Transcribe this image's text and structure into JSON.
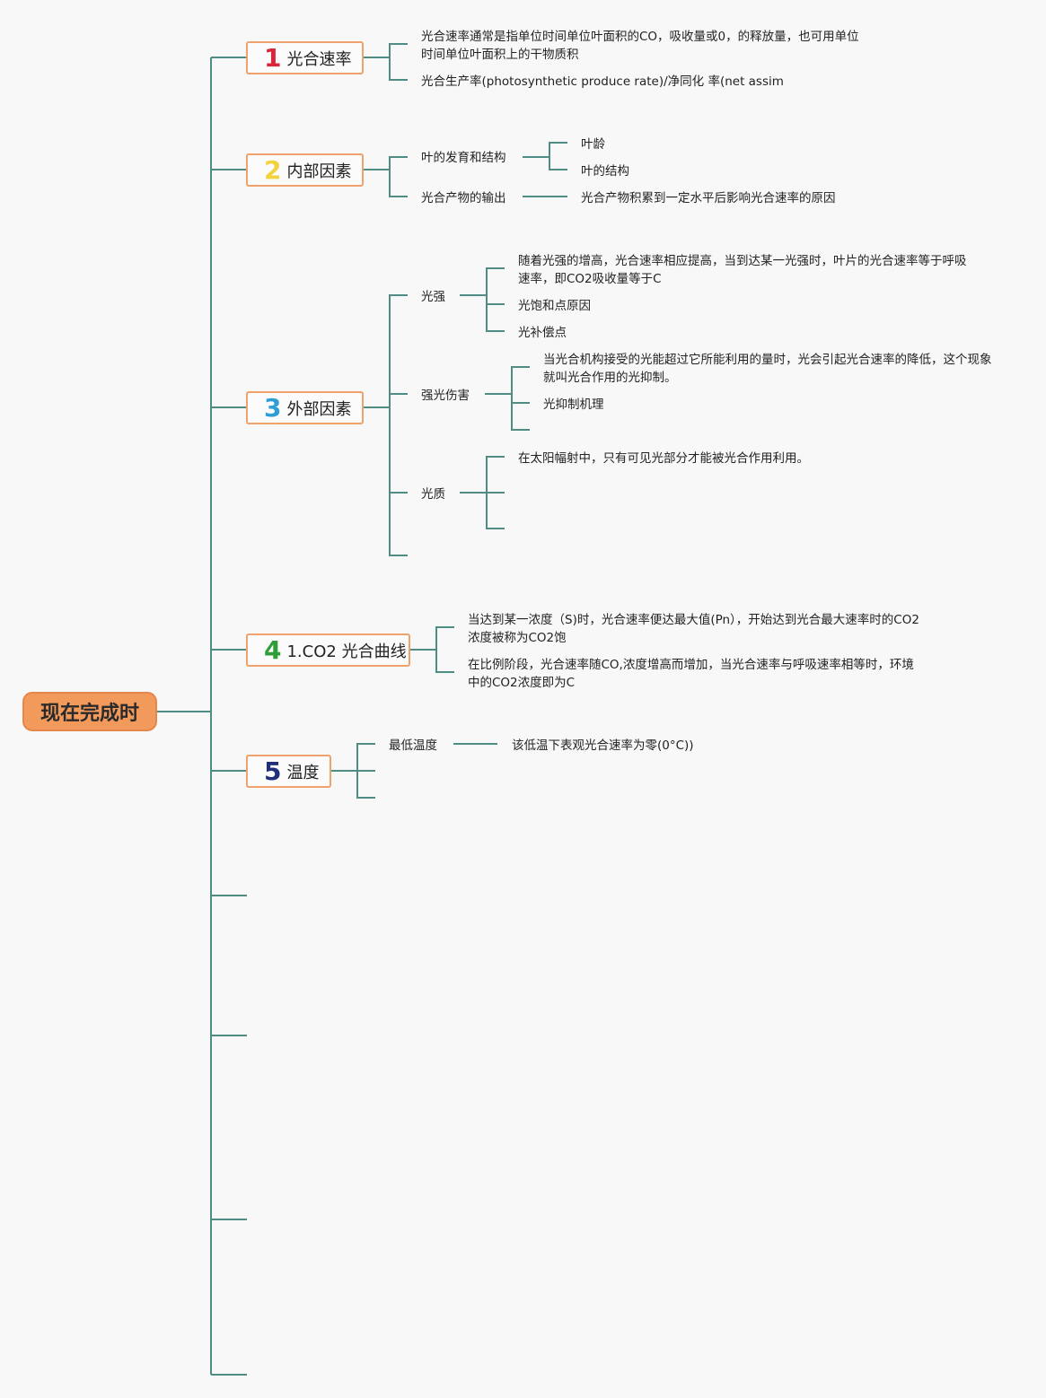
{
  "colors": {
    "line": "#4f8c84",
    "root_fill": "#f29a5c",
    "branch_border": "#f0a26c",
    "num1": "#d8263a",
    "num2": "#f2d33c",
    "num3": "#2d9fd6",
    "num4": "#2f9e38",
    "num5": "#20307a"
  },
  "root": {
    "label": "现在完成时"
  },
  "branches": [
    {
      "num": "1",
      "label": "光合速率",
      "children": [
        {
          "text": "光合速率通常是指单位时间单位叶面积的CO，吸收量或0，的释放量，也可用单位时间单位叶面积上的干物质积"
        },
        {
          "text": "光合生产率(photosynthetic produce rate)/净同化 率(net assim"
        }
      ]
    },
    {
      "num": "2",
      "label": "内部因素",
      "children": [
        {
          "text": "叶的发育和结构",
          "children": [
            {
              "text": "叶龄"
            },
            {
              "text": "叶的结构"
            }
          ]
        },
        {
          "text": "光合产物的输出",
          "children": [
            {
              "text": "光合产物积累到一定水平后影响光合速率的原因"
            }
          ]
        }
      ]
    },
    {
      "num": "3",
      "label": "外部因素",
      "children": [
        {
          "text": "光强",
          "children": [
            {
              "text": "随着光强的增高，光合速率相应提高，当到达某一光强时，叶片的光合速率等于呼吸速率，即CO2吸收量等于C"
            },
            {
              "text": "光饱和点原因"
            },
            {
              "text": "光补偿点"
            }
          ]
        },
        {
          "text": "强光伤害",
          "children": [
            {
              "text": "当光合机构接受的光能超过它所能利用的量时，光会引起光合速率的降低，这个现象就叫光合作用的光抑制。"
            },
            {
              "text": "光抑制机理"
            }
          ]
        },
        {
          "text": "光质",
          "children": [
            {
              "text": "在太阳幅射中，只有可见光部分才能被光合作用利用。"
            }
          ]
        }
      ]
    },
    {
      "num": "4",
      "label": "1.CO2 光合曲线",
      "children": [
        {
          "text": "当达到某一浓度（S)时，光合速率便达最大值(Pn），开始达到光合最大速率时的CO2浓度被称为CO2饱"
        },
        {
          "text": "在比例阶段，光合速率随CO,浓度增高而增加，当光合速率与呼吸速率相等时，环境中的CO2浓度即为C"
        }
      ]
    },
    {
      "num": "5",
      "label": "温度",
      "children": [
        {
          "text": "最低温度",
          "children": [
            {
              "text": "该低温下表观光合速率为零(0°C))"
            }
          ]
        }
      ]
    }
  ]
}
